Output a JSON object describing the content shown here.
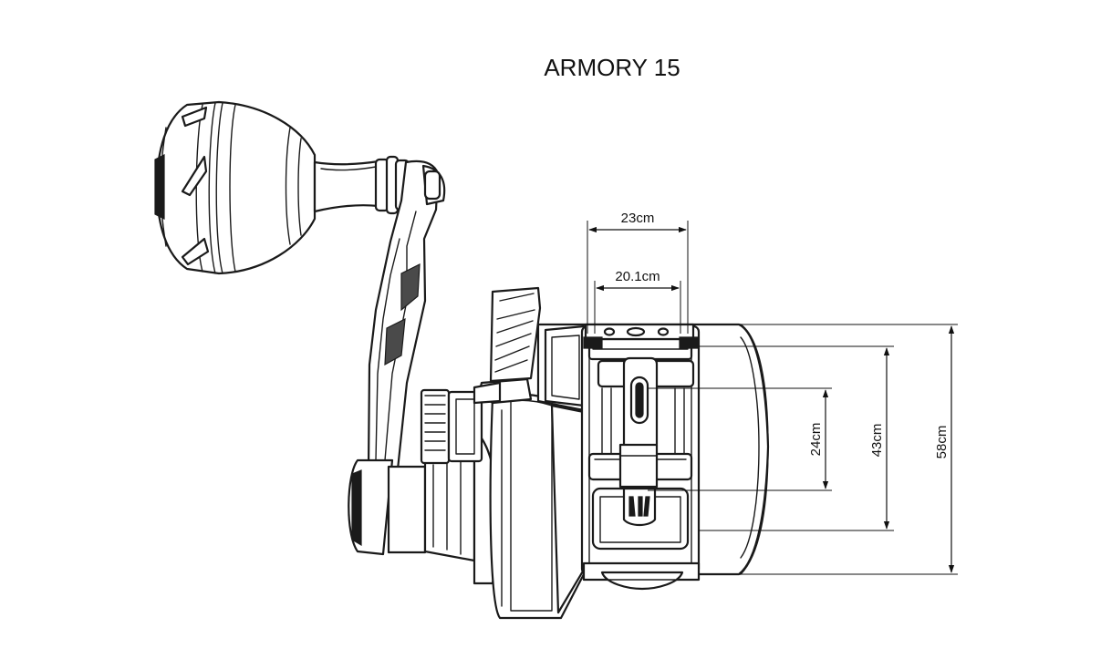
{
  "title": "ARMORY 15",
  "dimensions": {
    "width_outer": "23cm",
    "width_inner": "20.1cm",
    "height_small": "24cm",
    "height_mid": "43cm",
    "height_full": "58cm"
  },
  "colors": {
    "ink": "#1a1a1a",
    "background": "#ffffff"
  }
}
